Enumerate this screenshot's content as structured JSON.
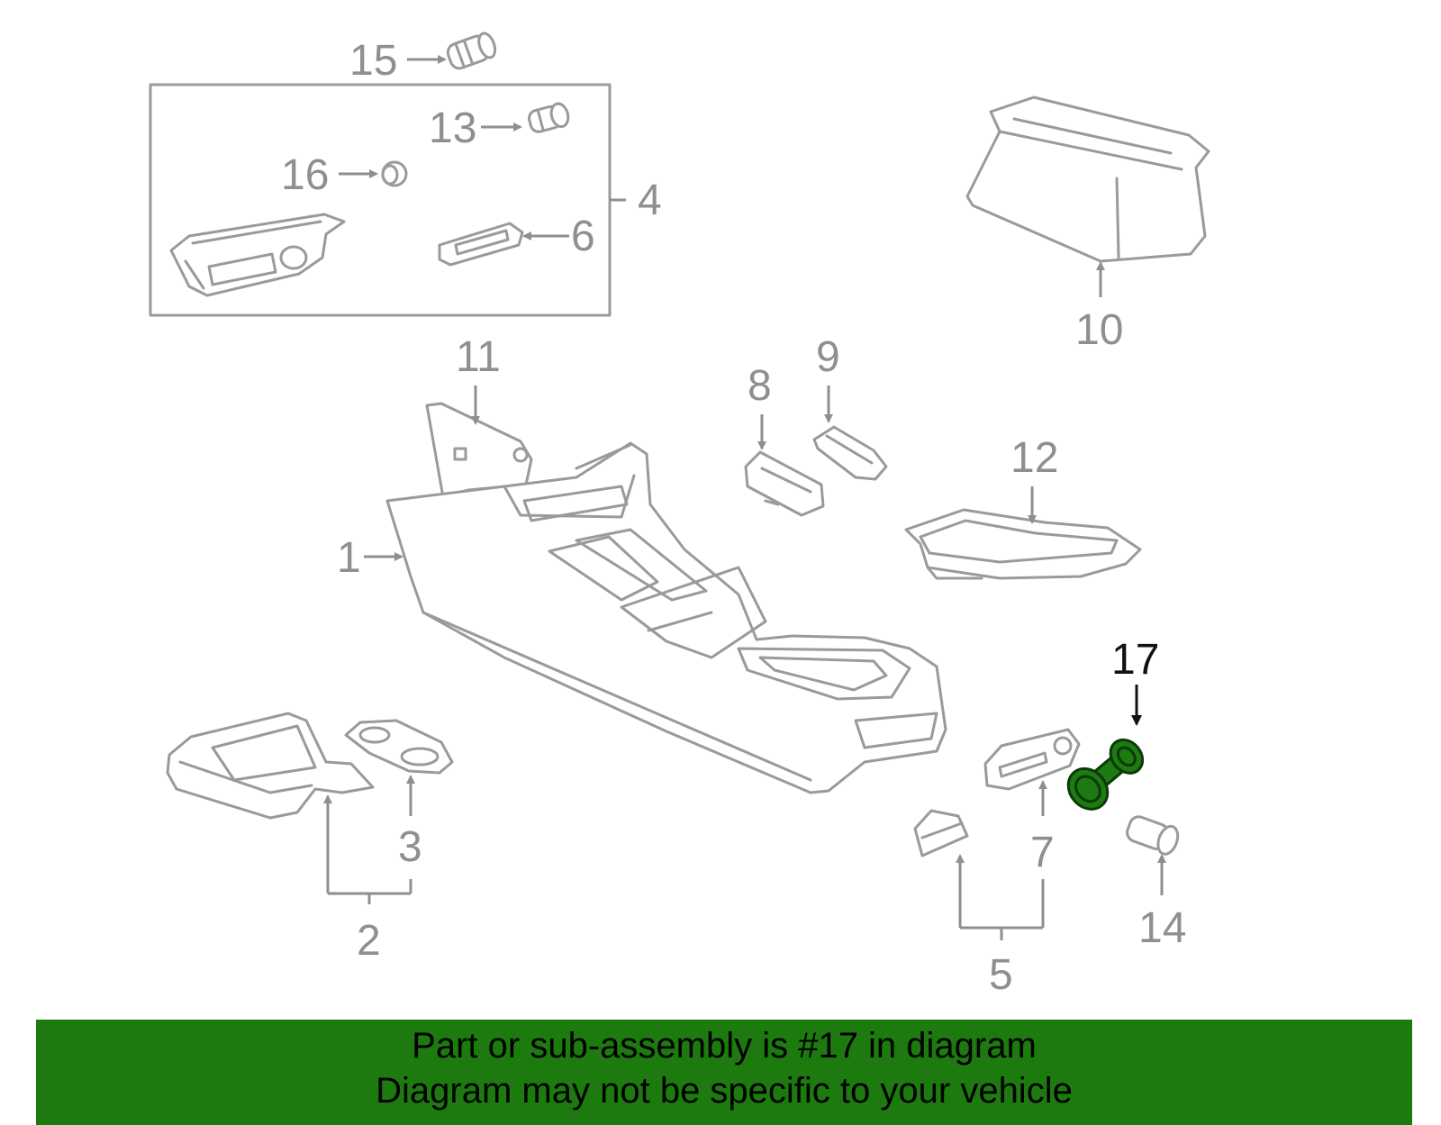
{
  "diagram": {
    "callouts": {
      "c1": "1",
      "c2": "2",
      "c3": "3",
      "c4": "4",
      "c5": "5",
      "c6": "6",
      "c7": "7",
      "c8": "8",
      "c9": "9",
      "c10": "10",
      "c11": "11",
      "c12": "12",
      "c13": "13",
      "c14": "14",
      "c15": "15",
      "c16": "16",
      "c17": "17"
    },
    "highlighted_part": "17",
    "colors": {
      "line": "#9a9a9a",
      "highlight_fill": "#1e7a12",
      "banner": "#1d7a0f",
      "text": "#000000"
    }
  },
  "banner": {
    "line1": "Part or sub-assembly is #17 in diagram",
    "line2": "Diagram may not be specific to your vehicle"
  }
}
